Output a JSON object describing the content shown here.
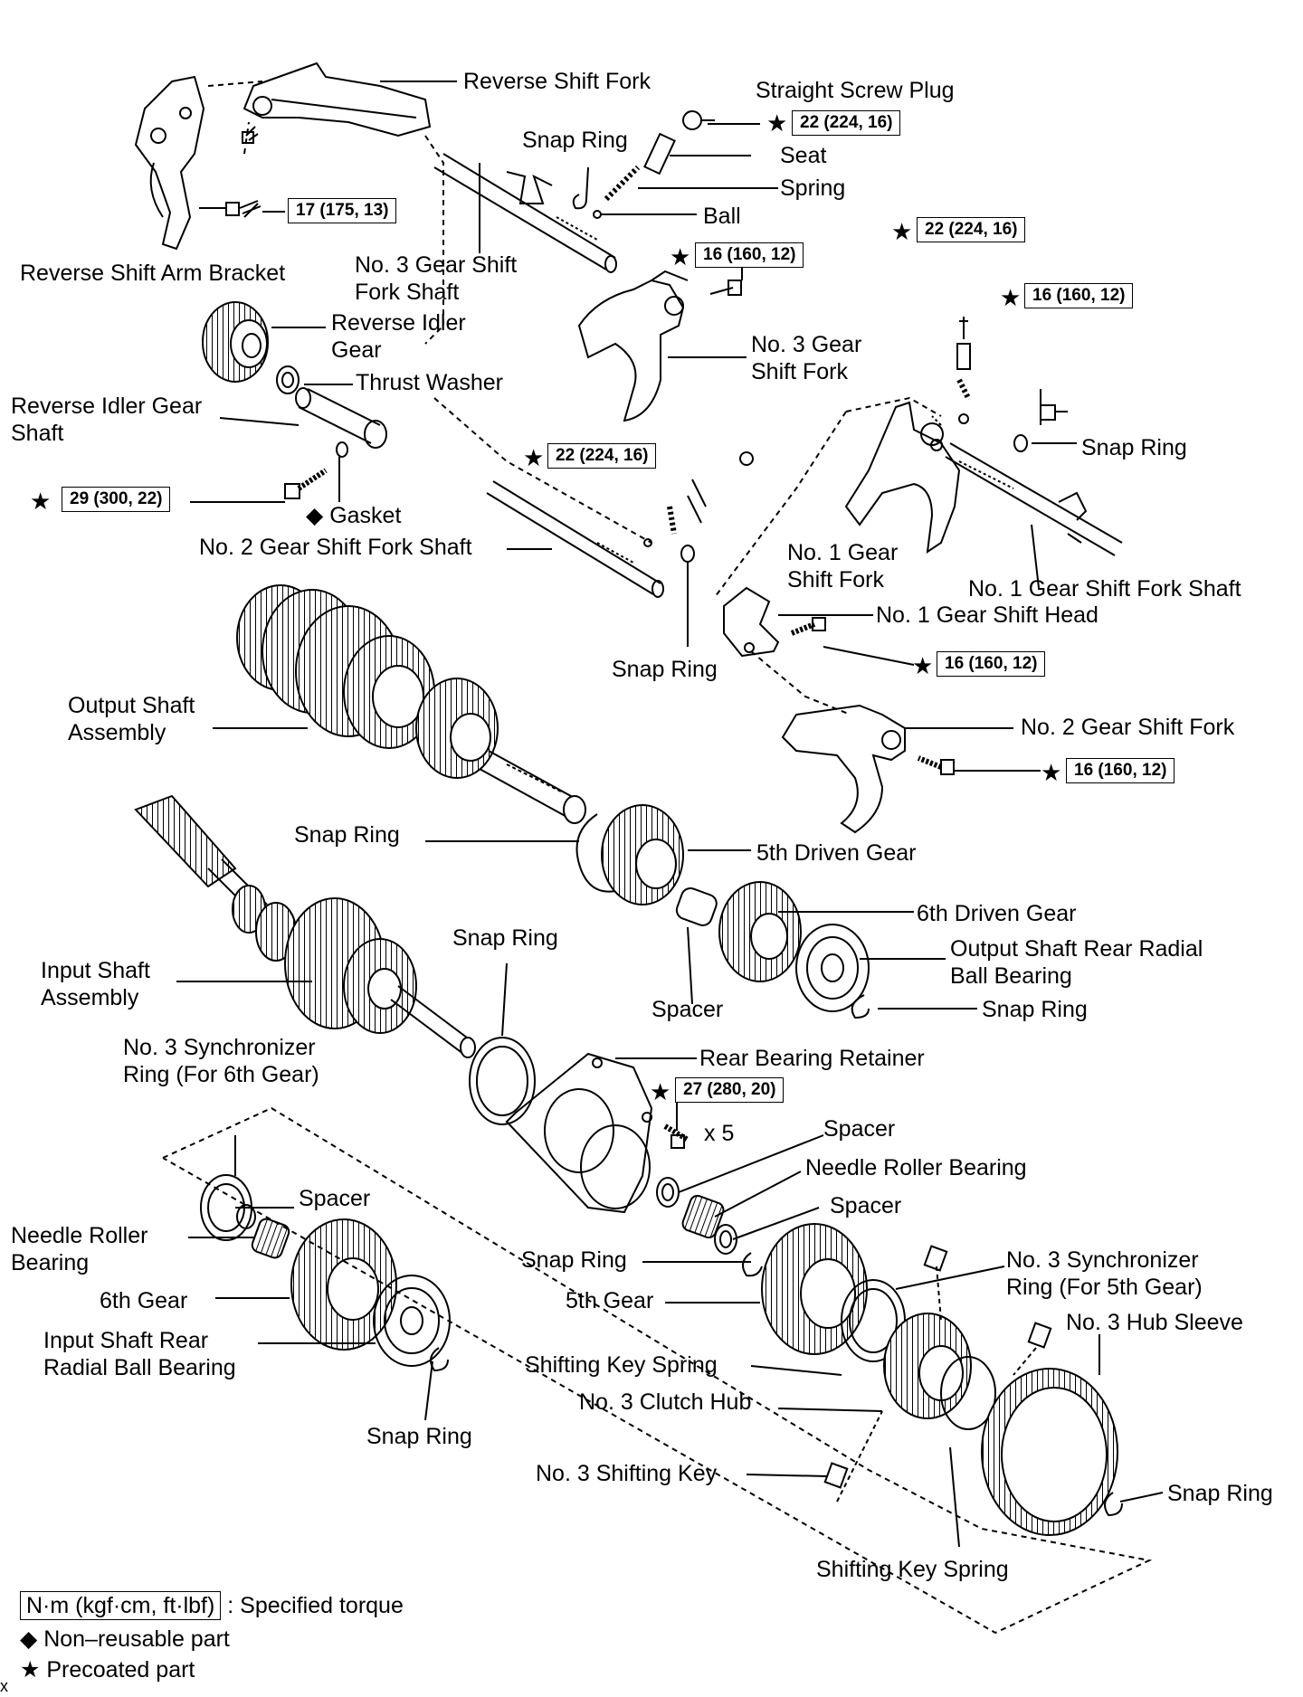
{
  "labels": {
    "reverse_shift_fork": "Reverse Shift Fork",
    "straight_screw_plug": "Straight Screw Plug",
    "snap_ring": "Snap Ring",
    "seat": "Seat",
    "spring": "Spring",
    "ball": "Ball",
    "reverse_shift_arm_bracket": "Reverse Shift Arm Bracket",
    "no3_gear_shift_fork_shaft_l1": "No. 3 Gear Shift",
    "no3_gear_shift_fork_shaft_l2": "Fork Shaft",
    "reverse_idler_gear_l1": "Reverse Idler",
    "reverse_idler_gear_l2": "Gear",
    "no3_gear_shift_fork_l1": "No. 3 Gear",
    "no3_gear_shift_fork_l2": "Shift Fork",
    "thrust_washer": "Thrust Washer",
    "reverse_idler_gear_shaft_l1": "Reverse Idler Gear",
    "reverse_idler_gear_shaft_l2": "Shaft",
    "gasket": "Gasket",
    "no2_gear_shift_fork_shaft": "No. 2 Gear Shift Fork Shaft",
    "no1_gear_shift_fork_l1": "No. 1 Gear",
    "no1_gear_shift_fork_l2": "Shift Fork",
    "no1_gear_shift_fork_shaft": "No. 1 Gear Shift Fork Shaft",
    "no1_gear_shift_head": "No. 1 Gear Shift Head",
    "output_shaft_assembly_l1": "Output Shaft",
    "output_shaft_assembly_l2": "Assembly",
    "no2_gear_shift_fork": "No. 2 Gear Shift Fork",
    "fifth_driven_gear": "5th Driven Gear",
    "sixth_driven_gear": "6th Driven Gear",
    "output_shaft_rear_bearing_l1": "Output Shaft Rear Radial",
    "output_shaft_rear_bearing_l2": "Ball Bearing",
    "input_shaft_assembly_l1": "Input Shaft",
    "input_shaft_assembly_l2": "Assembly",
    "spacer": "Spacer",
    "rear_bearing_retainer": "Rear Bearing Retainer",
    "no3_sync_ring_6th_l1": "No. 3 Synchronizer",
    "no3_sync_ring_6th_l2": "Ring (For 6th Gear)",
    "x5": "x 5",
    "needle_roller_bearing": "Needle Roller Bearing",
    "needle_roller_bearing_l1": "Needle Roller",
    "needle_roller_bearing_l2": "Bearing",
    "sixth_gear": "6th Gear",
    "fifth_gear": "5th Gear",
    "no3_sync_ring_5th_l1": "No. 3 Synchronizer",
    "no3_sync_ring_5th_l2": "Ring (For 5th Gear)",
    "no3_hub_sleeve": "No. 3 Hub Sleeve",
    "input_shaft_rear_bearing_l1": "Input Shaft Rear",
    "input_shaft_rear_bearing_l2": "Radial Ball Bearing",
    "shifting_key_spring": "Shifting Key Spring",
    "no3_clutch_hub": "No. 3 Clutch Hub",
    "no3_shifting_key": "No. 3 Shifting Key"
  },
  "torque": {
    "t17": "17 (175, 13)",
    "t22": "22 (224, 16)",
    "t16": "16 (160, 12)",
    "t29": "29 (300, 22)",
    "t27": "27 (280, 20)"
  },
  "symbols": {
    "star": "★",
    "diamond": "◆"
  },
  "legend": {
    "torque_unit": "N·m (kgf·cm, ft·lbf)",
    "torque_desc": ": Specified torque",
    "nonreusable": "Non–reusable part",
    "precoated": "Precoated part"
  },
  "corner_mark": "x"
}
